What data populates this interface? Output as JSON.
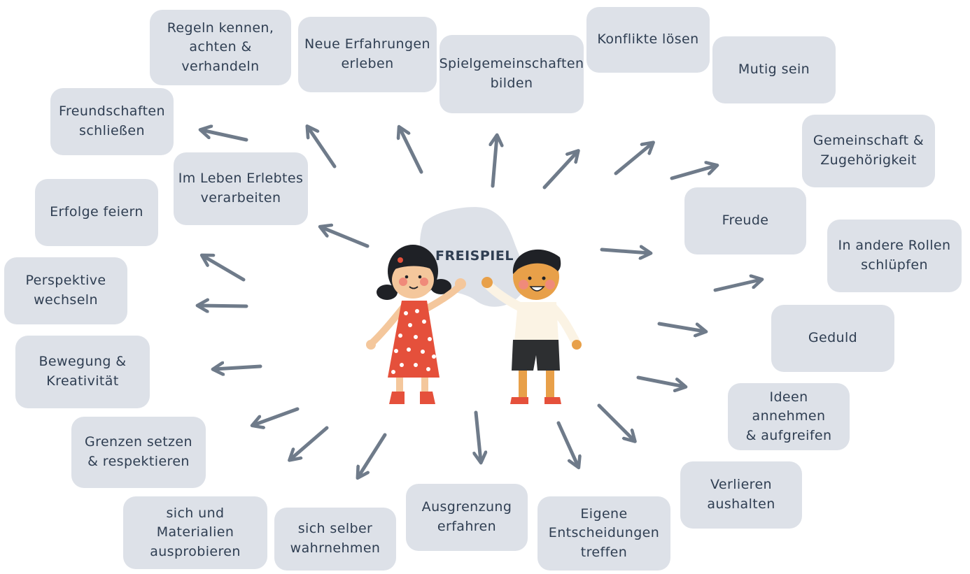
{
  "center": {
    "title": "FREISPIEL"
  },
  "colors": {
    "box_fill": "#dde1e8",
    "text": "#2f3e52",
    "arrow": "#6f7b8a",
    "girl_dress": "#e5503b",
    "boy_shirt": "#fbf3e4",
    "boy_shorts": "#2d2f31",
    "skin": "#f4c79c",
    "boy_skin": "#e8a049",
    "hair": "#1f2126"
  },
  "nodes": [
    {
      "id": "regeln",
      "label": "Regeln kennen,\nachten & verhandeln"
    },
    {
      "id": "neue-erfahrungen",
      "label": "Neue Erfahrungen\nerleben"
    },
    {
      "id": "spielgemeinschaften",
      "label": "Spielgemeinschaften\nbilden"
    },
    {
      "id": "konflikte",
      "label": "Konflikte lösen"
    },
    {
      "id": "mutig",
      "label": "Mutig sein"
    },
    {
      "id": "gemeinschaft",
      "label": "Gemeinschaft &\nZugehörigkeit"
    },
    {
      "id": "freude",
      "label": "Freude"
    },
    {
      "id": "rollen",
      "label": "In andere Rollen\nschlüpfen"
    },
    {
      "id": "geduld",
      "label": "Geduld"
    },
    {
      "id": "ideen",
      "label": "Ideen annehmen\n& aufgreifen"
    },
    {
      "id": "verlieren",
      "label": "Verlieren\naushalten"
    },
    {
      "id": "entscheidungen",
      "label": "Eigene\nEntscheidungen\ntreffen"
    },
    {
      "id": "ausgrenzung",
      "label": "Ausgrenzung\nerfahren"
    },
    {
      "id": "selber",
      "label": "sich selber\nwahrnehmen"
    },
    {
      "id": "materialien",
      "label": "sich und Materialien\nausprobieren"
    },
    {
      "id": "grenzen",
      "label": "Grenzen setzen\n& respektieren"
    },
    {
      "id": "bewegung",
      "label": "Bewegung &\nKreativität"
    },
    {
      "id": "perspektive",
      "label": "Perspektive\nwechseln"
    },
    {
      "id": "erfolge",
      "label": "Erfolge feiern"
    },
    {
      "id": "erlebtes",
      "label": "Im Leben Erlebtes\nverarbeiten"
    },
    {
      "id": "freundschaften",
      "label": "Freundschaften\nschließen"
    }
  ]
}
